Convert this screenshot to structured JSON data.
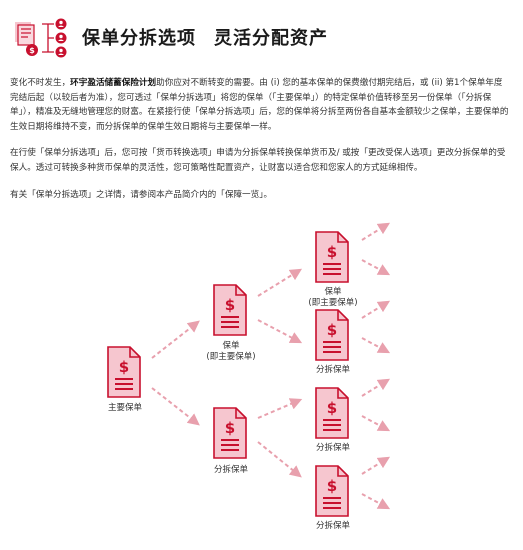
{
  "header": {
    "title": "保单分拆选项",
    "subtitle": "灵活分配资产",
    "icon": "document-split-icon"
  },
  "paragraphs": {
    "p1_pre": "变化不时发生，",
    "p1_bold": "环宇盈活储蓄保险计划",
    "p1_post": "助你应对不断转变的需要。由 (i) 您的基本保单的保费缴付期完结后，或 (ii) 第1个保单年度完结后起（以较后者为准），您可透过「保单分拆选项」将您的保单（「主要保单」）的特定保单价值转移至另一份保单（「分拆保单」），精准及无缝地管理您的财富。在紧接行使「保单分拆选项」后，您的保单将分拆至两份各自基本金额较少之保单，主要保单的生效日期将维持不变，而分拆保单的保单生效日期将与主要保单一样。",
    "p2": "在行使「保单分拆选项」后，您可按「货币转换选项」申请为分拆保单转换保单货币及/ 或按「更改受保人选项」更改分拆保单的受保人。透过可转换多种货币保单的灵活性，您可策略性配置资产，让财富以适合您和您家人的方式延绵相传。",
    "p3": "有关「保单分拆选项」之详情，请参阅本产品简介内的「保障一览」。"
  },
  "diagram": {
    "colors": {
      "fill": "#f6c6cf",
      "stroke": "#c8102e",
      "arrow": "#e8a0ad"
    },
    "root_label": "主要保单",
    "mid_top_label_1": "保单",
    "mid_top_label_2": "(即主要保单)",
    "mid_bottom_label": "分拆保单",
    "leaf1_label_1": "保单",
    "leaf1_label_2": "(即主要保单)",
    "leaf2_label": "分拆保单",
    "leaf3_label": "分拆保单",
    "leaf4_label": "分拆保单",
    "doc_icon": "document-dollar-icon"
  }
}
